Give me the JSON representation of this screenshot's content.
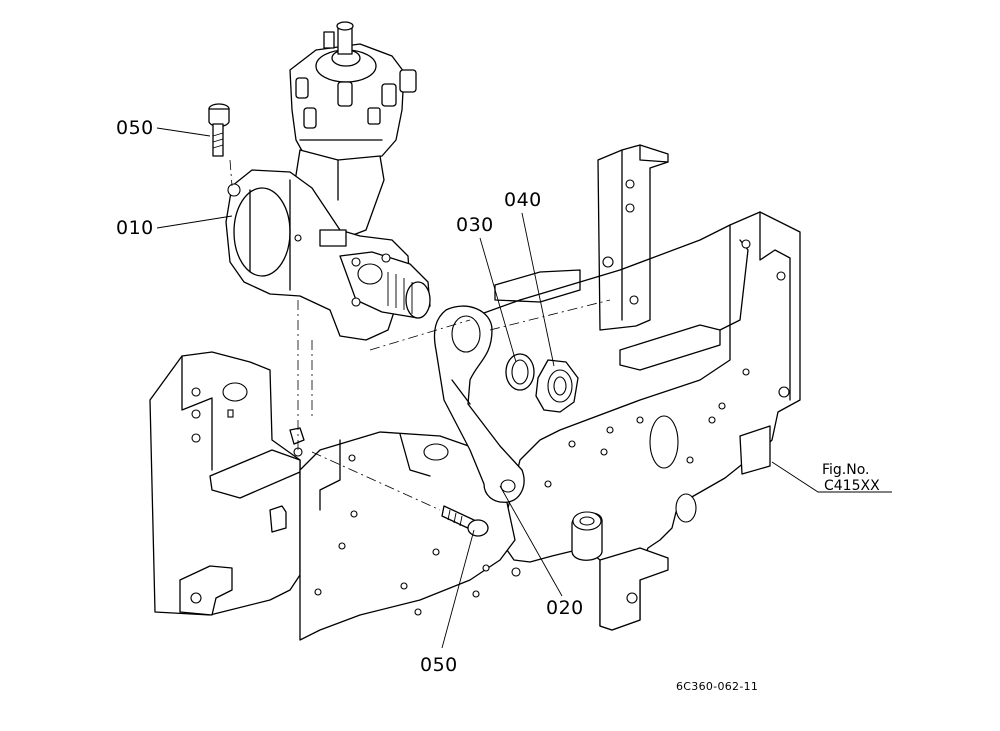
{
  "diagram": {
    "callouts": [
      {
        "id": "p050a",
        "label": "050"
      },
      {
        "id": "p010",
        "label": "010"
      },
      {
        "id": "p030",
        "label": "030"
      },
      {
        "id": "p040",
        "label": "040"
      },
      {
        "id": "p020",
        "label": "020"
      },
      {
        "id": "p050b",
        "label": "050"
      }
    ],
    "fig_ref": {
      "line1": "Fig.No.",
      "line2": "C415XX"
    },
    "drawing_number": "6C360-062-11"
  }
}
